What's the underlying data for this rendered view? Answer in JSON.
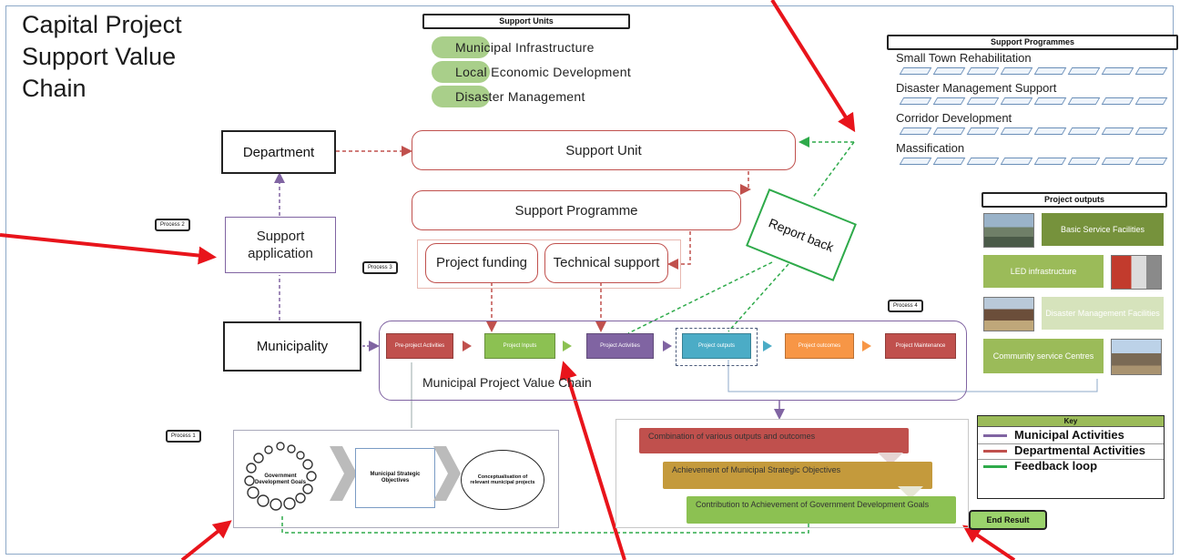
{
  "title_lines": [
    "Capital Project",
    "Support Value",
    "Chain"
  ],
  "support_units": {
    "header": "Support Units",
    "items": [
      "Municipal Infrastructure",
      "Local Economic Development",
      "Disaster Management"
    ]
  },
  "support_programmes": {
    "header": "Support Programmes",
    "items": [
      "Small Town Rehabilitation",
      "Disaster Management Support",
      "Corridor Development",
      "Massification"
    ]
  },
  "boxes": {
    "department": "Department",
    "support_unit": "Support Unit",
    "support_programme": "Support Programme",
    "support_application": "Support application",
    "project_funding": "Project funding",
    "technical_support": "Technical support",
    "municipality": "Municipality",
    "report_back": "Report back",
    "value_chain_label": "Municipal Project Value Chain"
  },
  "process_tags": [
    "Process 1",
    "Process 2",
    "Process 3",
    "Process 4"
  ],
  "value_chain_steps": [
    {
      "label": "Pre-project Activities",
      "color": "#c0504d"
    },
    {
      "label": "Project Inputs",
      "color": "#8cc152"
    },
    {
      "label": "Project Activities",
      "color": "#8064a2"
    },
    {
      "label": "Project outputs",
      "color": "#4bacc6"
    },
    {
      "label": "Project outcomes",
      "color": "#f79646"
    },
    {
      "label": "Project Maintenance",
      "color": "#c0504d"
    }
  ],
  "project_outputs": {
    "header": "Project outputs",
    "items": [
      "Basic Service Facilities",
      "LED infrastructure",
      "Disaster Management Facilities",
      "Community service Centres"
    ]
  },
  "process1": {
    "circle_label": "Government Development Goals",
    "middle": "Municipal Strategic Objectives",
    "right": "Conceptualisation of relevant municipal projects"
  },
  "results": {
    "items": [
      "Combination of various outputs and outcomes",
      "Achievement of Municipal Strategic Objectives",
      "Contribution to Achievement of Government Development Goals"
    ],
    "end_result": "End Result"
  },
  "key": {
    "header": "Key",
    "items": [
      {
        "label": "Municipal Activities",
        "color": "#8064a2"
      },
      {
        "label": "Departmental Activities",
        "color": "#c0504d"
      },
      {
        "label": "Feedback loop",
        "color": "#2eaa4a"
      }
    ]
  },
  "colors": {
    "red_arrow": "#e8141b",
    "purple": "#8064a2",
    "red": "#c0504d",
    "green_feedback": "#2eaa4a",
    "olive": "#76923c"
  }
}
